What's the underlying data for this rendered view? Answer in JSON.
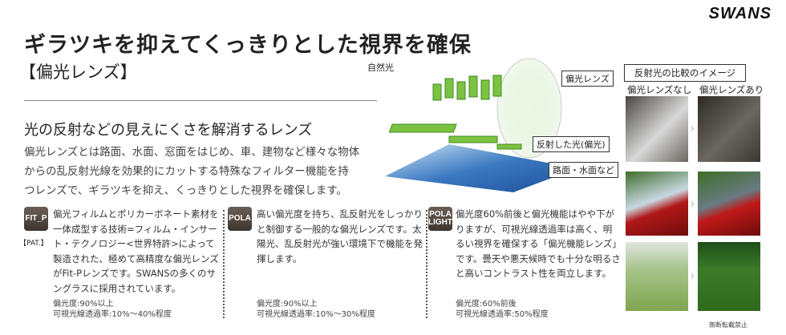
{
  "brand": "SWANS",
  "title": "ギラツキを抑えてくっきりとした視界を確保",
  "subtitle": "【偏光レンズ】",
  "lead": "光の反射などの見えにくさを解消するレンズ",
  "body": [
    "偏光レンズとは路面、水面、窓面をはじめ、車、建物など様々な物体",
    "からの乱反射光線を効果的にカットする特殊なフィルター機能を持",
    "つレンズで、ギラツキを抑え、くっきりとした視界を確保します。"
  ],
  "diagram": {
    "natural_light": "自然光",
    "polarized_lens": "偏光レンズ",
    "reflected_light": "反射した光(偏光)",
    "road_water": "路面・水面など"
  },
  "cards": [
    {
      "badge": "FIT_P",
      "pat": "【PAT.】",
      "text": "偏光フィルムとポリカーボネート素材を一体成型する技術=フィルム・インサート・テクノロジー<世界特許>によって製造された、極めて高精度な偏光レンズがFit-Pレンズです。SWANSの多くのサングラスに採用されています。",
      "spec1": "偏光度:90%以上",
      "spec2": "可視光線透過率:10%〜40%程度"
    },
    {
      "badge": "POLA",
      "text": "高い偏光度を持ち、乱反射光をしっかりと制御する一般的な偏光レンズです。太陽光、乱反射光が強い環境下で機能を発揮します。",
      "spec1": "偏光度:90%以上",
      "spec2": "可視光線透過率:10%〜30%程度"
    },
    {
      "badge1": "POLA",
      "badge2": "LIGHT",
      "text": "偏光度60%前後と偏光機能はやや下がりますが、可視光線透過率は高く、明るい視界を確保する「偏光機能レンズ」です。曇天や悪天候時でも十分な明るさと高いコントラスト性を両立します。",
      "spec1": "偏光度:60%前後",
      "spec2": "可視光線透過率:50%程度"
    }
  ],
  "comparison": {
    "title": "反射光の比較のイメージ",
    "without": "偏光レンズなし",
    "with": "偏光レンズあり"
  },
  "copyright": "無断転載禁止"
}
